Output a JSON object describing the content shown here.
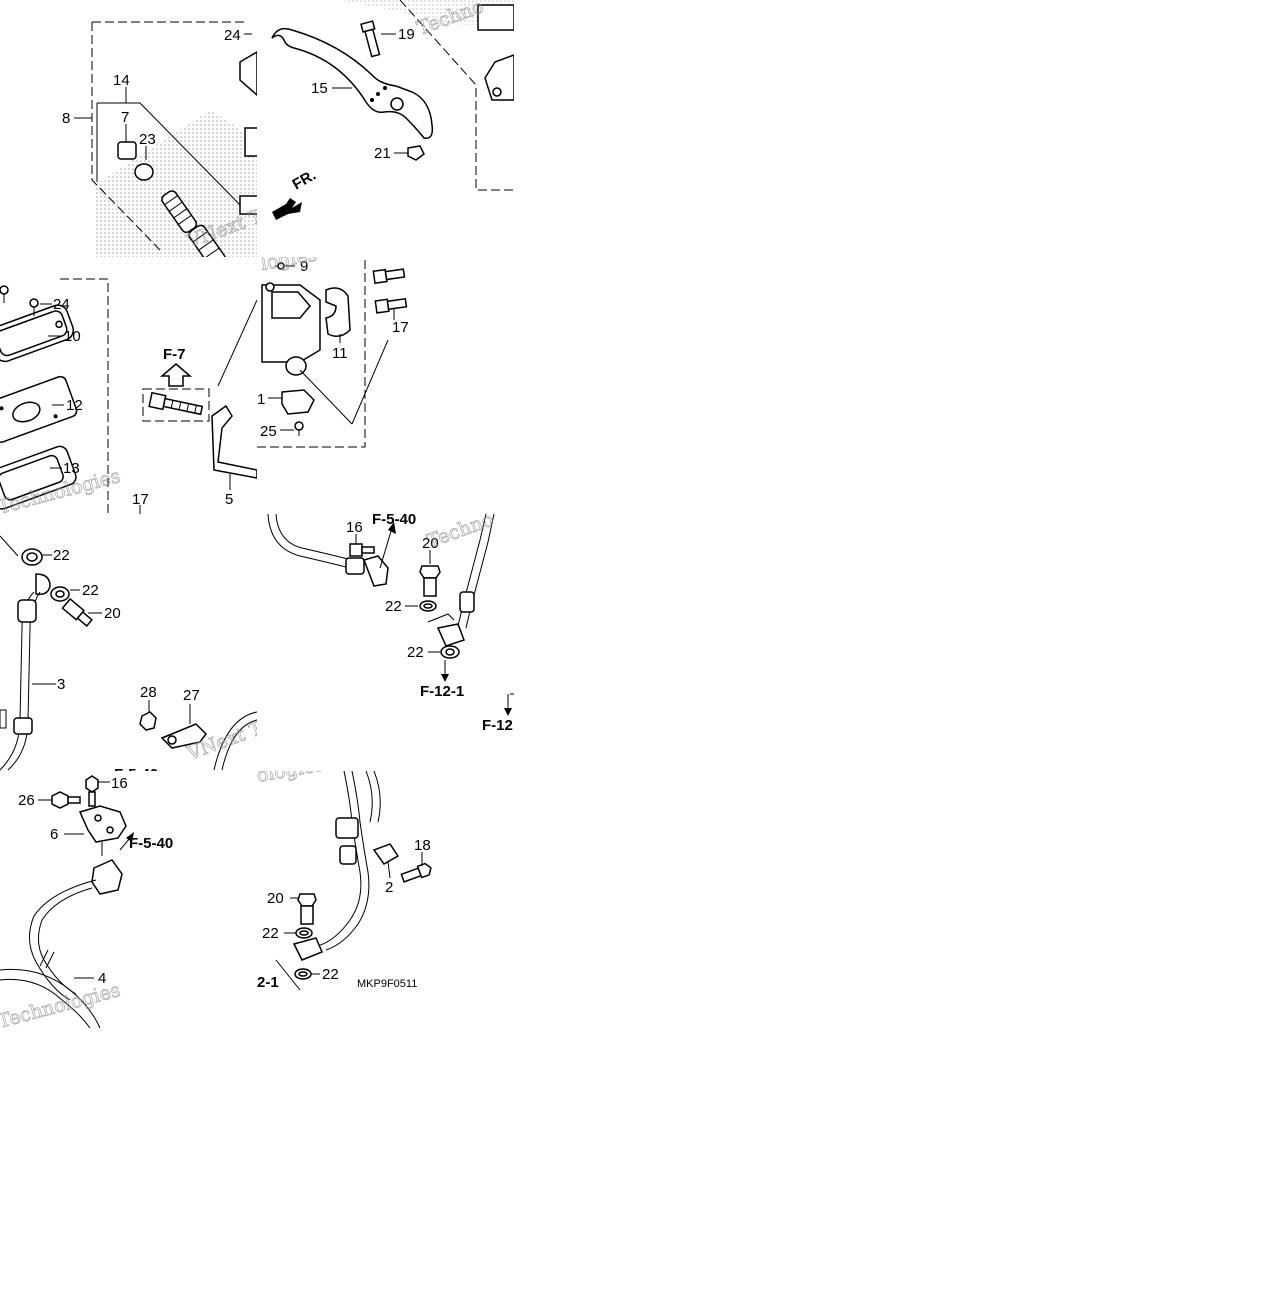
{
  "diagram": {
    "labels": {
      "l8": "8",
      "l14": "14",
      "l7": "7",
      "l23": "23",
      "l24a": "24",
      "l19": "19",
      "l15": "15",
      "l21": "21",
      "fr": "FR.",
      "l24b": "24",
      "l10": "10",
      "l12": "12",
      "l13": "13",
      "l17a": "17",
      "f7": "F-7",
      "l5": "5",
      "l9": "9",
      "l11": "11",
      "l17b": "17",
      "l1": "1",
      "l25": "25",
      "l22a": "22",
      "l22b": "22",
      "l20a": "20",
      "l3": "3",
      "l28": "28",
      "l27": "27",
      "l16a": "16",
      "f540a": "F-5-40",
      "l20b": "20",
      "l22c": "22",
      "l22d": "22",
      "f121a": "F-12-1",
      "f12b": "F-12",
      "l26": "26",
      "l16b": "16",
      "l6": "6",
      "f540b": "F-5-40",
      "l4": "4",
      "l18": "18",
      "l2": "2",
      "l20c": "20",
      "l22e": "22",
      "l22f": "22",
      "f121b": "2-1",
      "code": "MKP9F0511"
    },
    "watermarks": {
      "w1": "Techno",
      "w2": "VNext Tec",
      "w3": "Technologies",
      "w4": "logies",
      "w5": "Techno",
      "w6": "VNext Te",
      "w7": "ologies",
      "w8": "Techno"
    }
  }
}
